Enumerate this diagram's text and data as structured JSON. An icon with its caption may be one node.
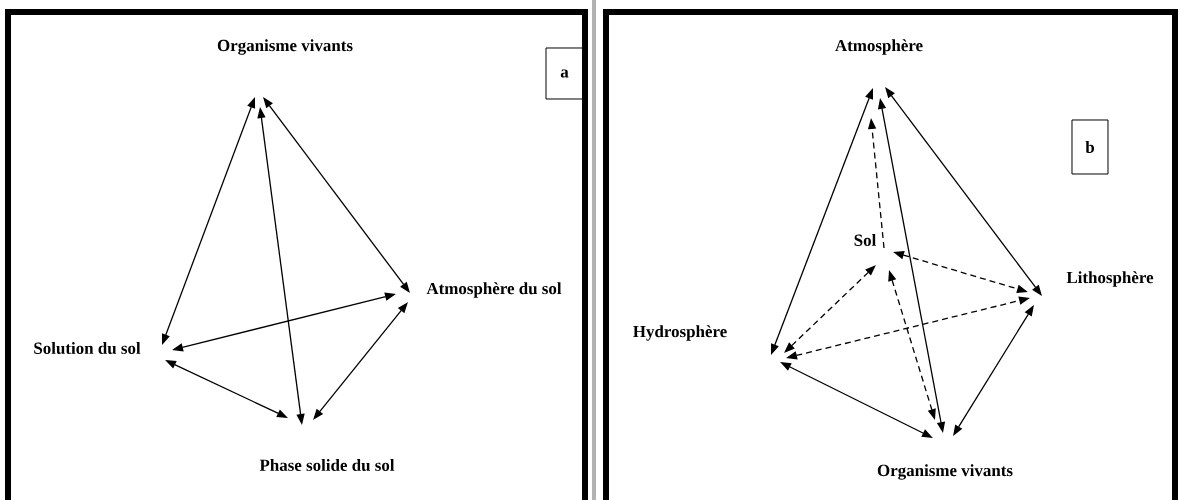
{
  "diagram": {
    "nodes": [
      {
        "text": [],
        "shape": "box"
      },
      {
        "text": [
          "a"
        ],
        "in": 0
      },
      {
        "text": [
          "Organisme vivants"
        ],
        "in": 0
      },
      {
        "text": [
          "Atmosphère du sol"
        ],
        "in": 0
      },
      {
        "text": [
          "Solution du sol"
        ],
        "in": 0
      },
      {
        "text": [
          "Phase solide du sol"
        ],
        "in": 0
      },
      {
        "text": [],
        "shape": "box"
      },
      {
        "text": [
          "b"
        ],
        "in": 6
      },
      {
        "text": [
          "Atmosphère"
        ],
        "in": 6
      },
      {
        "text": [
          "Sol"
        ],
        "in": 6
      },
      {
        "text": [
          "Lithosphère"
        ],
        "in": 6
      },
      {
        "text": [
          "Hydrosphère"
        ],
        "in": 6
      },
      {
        "text": [
          "Organisme vivants"
        ],
        "in": 6
      }
    ],
    "edges": [
      {
        "from": 2,
        "to": 4,
        "arrow": "both"
      },
      {
        "from": 2,
        "to": 5,
        "arrow": "both"
      },
      {
        "from": 2,
        "to": 3,
        "arrow": "both"
      },
      {
        "from": 4,
        "to": 3,
        "arrow": "both"
      },
      {
        "from": 4,
        "to": 5,
        "arrow": "both"
      },
      {
        "from": 3,
        "to": 5,
        "arrow": "both"
      },
      {
        "from": 8,
        "to": 11,
        "arrow": "both"
      },
      {
        "from": 8,
        "to": 12,
        "arrow": "both"
      },
      {
        "from": 8,
        "to": 10,
        "arrow": "both"
      },
      {
        "from": 11,
        "to": 12,
        "arrow": "both"
      },
      {
        "from": 10,
        "to": 12,
        "arrow": "both"
      },
      {
        "from": 9,
        "to": 8,
        "arrow": "to",
        "style": "dashed"
      },
      {
        "from": 9,
        "to": 10,
        "arrow": "both",
        "style": "dashed"
      },
      {
        "from": 9,
        "to": 11,
        "arrow": "both",
        "style": "dashed"
      },
      {
        "from": 9,
        "to": 12,
        "arrow": "both",
        "style": "dashed"
      },
      {
        "from": 11,
        "to": 10,
        "arrow": "both",
        "style": "dashed"
      }
    ]
  }
}
